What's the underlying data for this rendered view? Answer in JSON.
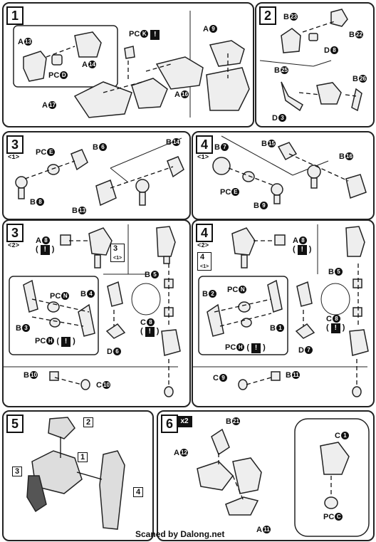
{
  "watermark": "Scaned by Dalong.net",
  "step1": {
    "num": "1",
    "labels": [
      "A",
      "A",
      "A",
      "A",
      "A",
      "PC",
      "PC"
    ],
    "nums": [
      "13",
      "14",
      "17",
      "9",
      "16",
      "K",
      "D"
    ]
  },
  "step2": {
    "num": "2",
    "labels": [
      "B",
      "B",
      "D",
      "B",
      "B",
      "D"
    ],
    "nums": [
      "23",
      "22",
      "8",
      "25",
      "26",
      "3"
    ]
  },
  "step3a": {
    "num": "3",
    "sub": "<1>",
    "labels": [
      "PC",
      "B",
      "B",
      "B",
      "B"
    ],
    "nums": [
      "E",
      "6",
      "8",
      "14",
      "13"
    ]
  },
  "step4a": {
    "num": "4",
    "sub": "<1>",
    "labels": [
      "B",
      "B",
      "PC",
      "B",
      "B"
    ],
    "nums": [
      "7",
      "15",
      "E",
      "9",
      "16"
    ]
  },
  "step3b": {
    "num": "3",
    "sub": "<2>",
    "ref": "3",
    "refsub": "<1>",
    "labels": [
      "A",
      "B",
      "B",
      "PC",
      "B",
      "PC",
      "C",
      "D",
      "B",
      "C"
    ],
    "nums": [
      "8",
      "5",
      "4",
      "N",
      "3",
      "H",
      "8",
      "6",
      "10",
      "10"
    ]
  },
  "step4b": {
    "num": "4",
    "sub": "<2>",
    "ref": "4",
    "refsub": "<1>",
    "labels": [
      "A",
      "B",
      "B",
      "PC",
      "B",
      "PC",
      "C",
      "D",
      "C",
      "B"
    ],
    "nums": [
      "8",
      "5",
      "2",
      "N",
      "1",
      "H",
      "8",
      "7",
      "9",
      "11"
    ]
  },
  "step5": {
    "num": "5",
    "refs": [
      "2",
      "1",
      "3",
      "4"
    ]
  },
  "step6": {
    "num": "6",
    "badge": "x2",
    "labels": [
      "B",
      "A",
      "A",
      "C",
      "PC"
    ],
    "nums": [
      "21",
      "12",
      "11",
      "1",
      "C"
    ]
  }
}
